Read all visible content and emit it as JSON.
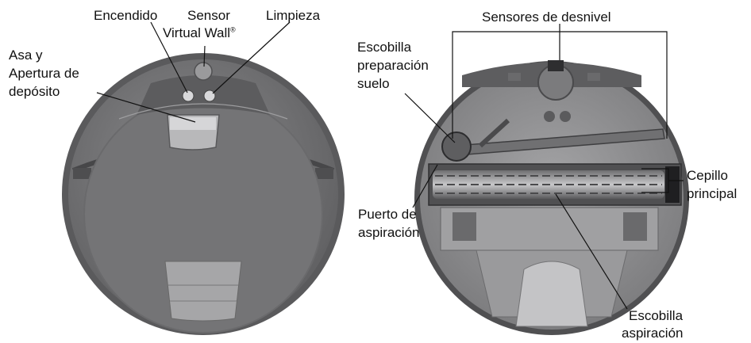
{
  "top_view": {
    "labels": {
      "power": "Encendido",
      "sensor_line1": "Sensor",
      "sensor_line2": "Virtual Wall",
      "sensor_mark": "®",
      "clean": "Limpieza",
      "handle_line1": "Asa y",
      "handle_line2": "Apertura de",
      "handle_line3": "depósito"
    }
  },
  "bottom_view": {
    "labels": {
      "cliff_sensors": "Sensores de desnivel",
      "prep_line1": "Escobilla",
      "prep_line2": "preparación",
      "prep_line3": "suelo",
      "main_brush_line1": "Cepillo",
      "main_brush_line2": "principal",
      "vacuum_port_line1": "Puerto de",
      "vacuum_port_line2": "aspiración",
      "squeegee_line1": "Escobilla",
      "squeegee_line2": "aspiración"
    }
  },
  "colors": {
    "robot_body": "#7a7a7c",
    "robot_rim": "#58585a",
    "underside": "#8d8d8f",
    "leader_line": "#111111"
  }
}
